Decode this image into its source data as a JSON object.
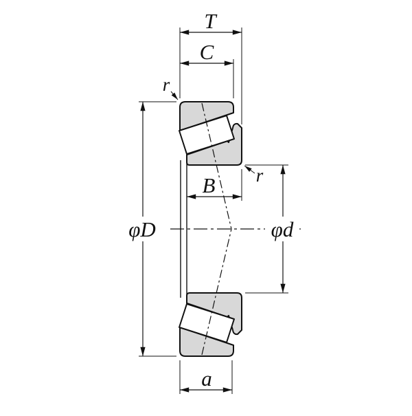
{
  "labels": {
    "total_width": "T",
    "cup_width": "C",
    "cone_width": "B",
    "chamfer_top_left": "r",
    "chamfer_right": "r",
    "outer_diameter": "φD",
    "bore_diameter": "φd",
    "load_center_distance": "a"
  },
  "colors": {
    "background": "#ffffff",
    "ring_fill": "#d8d8d8",
    "roller_fill": "#ffffff",
    "line": "#111111"
  }
}
